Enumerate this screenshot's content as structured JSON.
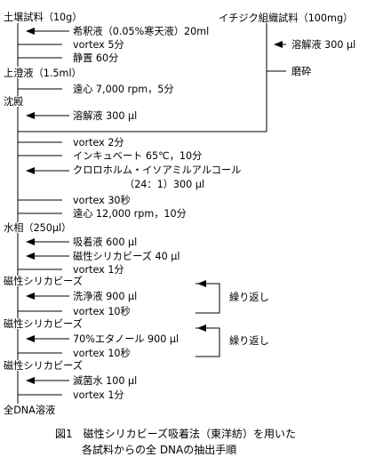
{
  "soil": {
    "sample": "土壌試料（10g）",
    "steps": [
      "希釈液（0.05%寒天液）20ml",
      "vortex 5分",
      "静置 60分"
    ]
  },
  "supernatant": {
    "label": "上澄液（1.5ml）",
    "step": "遠心 7,000 rpm，5分"
  },
  "fig": {
    "sample": "イチジク組織試料（100mg）",
    "steps": [
      "溶解液 300 μl",
      "磨砕"
    ]
  },
  "precipitate": {
    "label": "沈殿",
    "steps": [
      "溶解液 300 μl",
      "vortex 2分",
      "インキュベート 65℃，10分",
      "クロロホルム・イソアミルアルコール",
      "（24：1）300 μl",
      "vortex 30秒",
      "遠心 12,000 rpm，10分"
    ]
  },
  "aqueous": {
    "label": "水相（250μl）",
    "steps": [
      "吸着液 600 μl",
      "磁性シリカビーズ 40 μl",
      "vortex 1分"
    ]
  },
  "beads1": {
    "label": "磁性シリカビーズ",
    "steps": [
      "洗浄液 900 μl",
      "vortex 10秒"
    ]
  },
  "beads2": {
    "label": "磁性シリカビーズ",
    "steps": [
      "70%エタノール 900 μl",
      "vortex 10秒"
    ]
  },
  "beads3": {
    "label": "磁性シリカビーズ",
    "steps": [
      "滅菌水 100 μl",
      "vortex 1分"
    ]
  },
  "repeat_label": "繰り返し",
  "final_label": "全DNA溶液",
  "caption": {
    "line1": "図1　磁性シリカビーズ吸着法（東洋紡）を用いた",
    "line2": "各試料からの全 DNAの抽出手順"
  }
}
